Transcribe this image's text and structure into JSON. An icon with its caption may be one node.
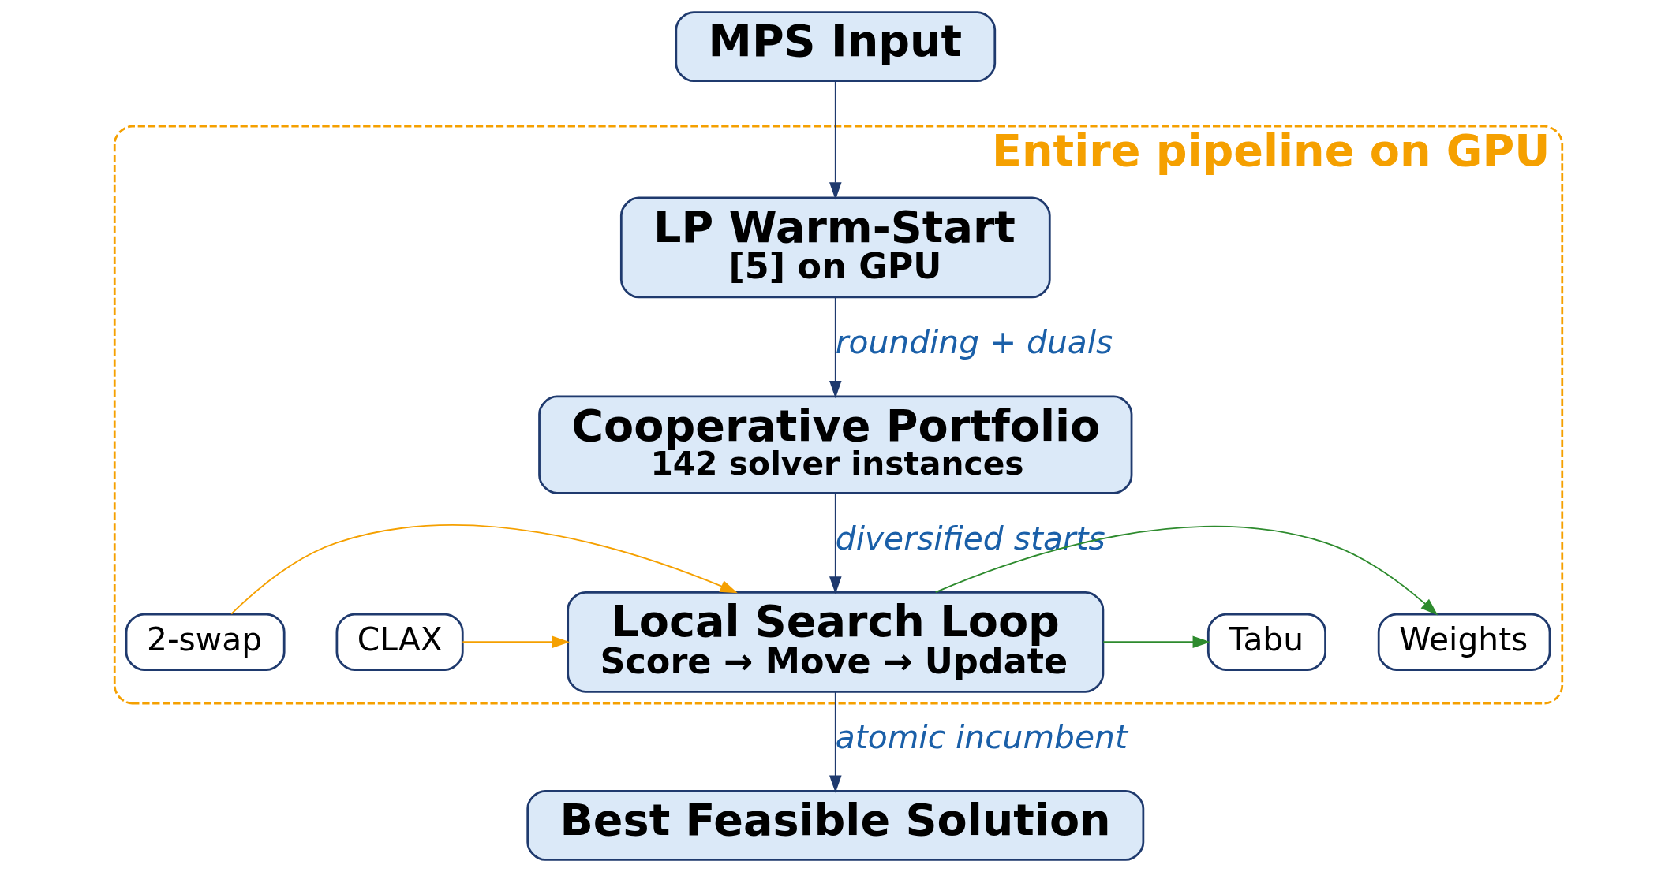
{
  "diagram": {
    "nodes": [
      {
        "text": [
          "MPS Input"
        ]
      },
      {
        "text": [
          "Entire pipeline on GPU"
        ]
      },
      {
        "text": [
          "LP Warm-Start",
          "[5] on GPU"
        ],
        "in": 1
      },
      {
        "text": [
          "Cooperative Portfolio",
          "142 solver instances"
        ],
        "in": 1
      },
      {
        "text": [
          "CLAX"
        ],
        "in": 1
      },
      {
        "text": [
          "Local Search Loop",
          "Score → Move → Update"
        ],
        "in": 1
      },
      {
        "text": [
          "Weights"
        ],
        "in": 1
      },
      {
        "text": [
          "2-swap"
        ],
        "in": 1
      },
      {
        "text": [
          "Tabu"
        ],
        "in": 1
      },
      {
        "text": [
          "Best Feasible Solution"
        ]
      }
    ],
    "edges": [
      {
        "from": 0,
        "to": 2,
        "arrow": "to"
      },
      {
        "from": 2,
        "to": 3,
        "arrow": "to",
        "label": "rounding + duals"
      },
      {
        "from": 3,
        "to": 5,
        "arrow": "to",
        "label": "diversified starts"
      },
      {
        "from": 4,
        "to": 5,
        "arrow": "to",
        "color": "#f5a000"
      },
      {
        "from": 7,
        "to": 5,
        "arrow": "to",
        "color": "#f5a000"
      },
      {
        "from": 5,
        "to": 6,
        "arrow": "to",
        "color": "#2e8b2e"
      },
      {
        "from": 5,
        "to": 8,
        "arrow": "to",
        "color": "#2e8b2e"
      },
      {
        "from": 5,
        "to": 9,
        "arrow": "to",
        "label": "atomic incumbent"
      }
    ]
  }
}
